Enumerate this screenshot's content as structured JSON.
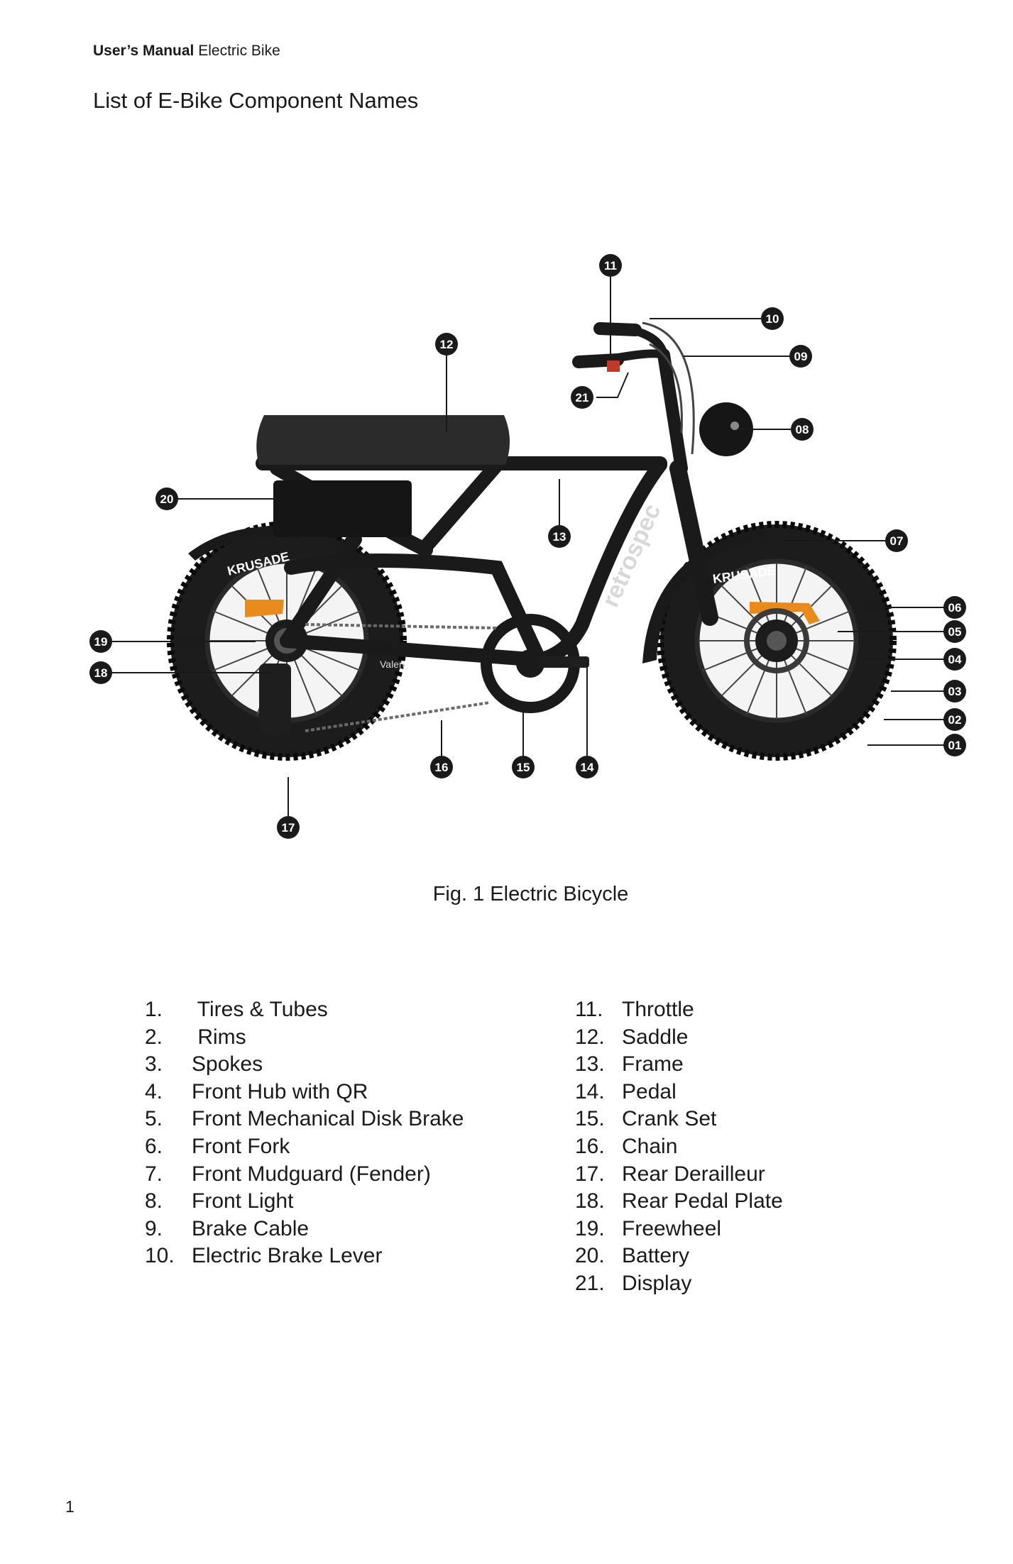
{
  "header": {
    "bold": "User’s Manual",
    "rest": " Electric Bike"
  },
  "section_title": "List of E-Bike Component Names",
  "figure": {
    "brand_text": "retrospec",
    "tire_text": "KRUSADE",
    "model_text": "Valen",
    "callouts": [
      "01",
      "02",
      "03",
      "04",
      "05",
      "06",
      "07",
      "08",
      "09",
      "10",
      "11",
      "12",
      "13",
      "14",
      "15",
      "16",
      "17",
      "18",
      "19",
      "20",
      "21"
    ]
  },
  "caption": "Fig. 1 Electric Bicycle",
  "parts_left": [
    {
      "num": "1.",
      "name": " Tires & Tubes"
    },
    {
      "num": "2.",
      "name": " Rims"
    },
    {
      "num": "3.",
      "name": "Spokes"
    },
    {
      "num": "4.",
      "name": "Front Hub with QR"
    },
    {
      "num": "5.",
      "name": "Front Mechanical Disk Brake"
    },
    {
      "num": "6.",
      "name": "Front Fork"
    },
    {
      "num": "7.",
      "name": "Front Mudguard (Fender)"
    },
    {
      "num": "8.",
      "name": "Front Light"
    },
    {
      "num": "9.",
      "name": "Brake Cable"
    },
    {
      "num": "10.",
      "name": "Electric Brake Lever"
    }
  ],
  "parts_right": [
    {
      "num": "11.",
      "name": "Throttle"
    },
    {
      "num": "12.",
      "name": "Saddle"
    },
    {
      "num": "13.",
      "name": "Frame"
    },
    {
      "num": "14.",
      "name": "Pedal"
    },
    {
      "num": "15.",
      "name": "Crank Set"
    },
    {
      "num": "16.",
      "name": "Chain"
    },
    {
      "num": "17.",
      "name": "Rear Derailleur"
    },
    {
      "num": "18.",
      "name": "Rear Pedal Plate"
    },
    {
      "num": "19.",
      "name": "Freewheel"
    },
    {
      "num": "20.",
      "name": "Battery"
    },
    {
      "num": "21.",
      "name": "Display"
    }
  ],
  "page_number": "1"
}
